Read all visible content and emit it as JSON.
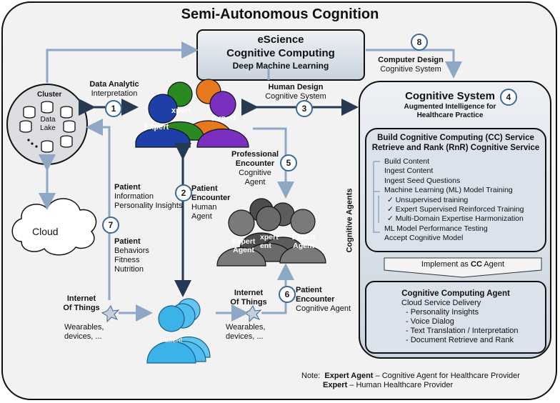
{
  "title": "Semi-Autonomous Cognition",
  "escience": {
    "line1": "eScience",
    "line2": "Cognitive Computing",
    "line3": "Deep Machine Learning"
  },
  "data_analytic": {
    "title": "Data Analytic",
    "sub": "Interpretation"
  },
  "cluster": {
    "title": "Cluster",
    "lake1": "Data",
    "lake2": "Lake"
  },
  "cloud": "Cloud",
  "experts": {
    "label_a": "xpert",
    "label_b": "Expert",
    "label_c": "Expert"
  },
  "human_design": {
    "title": "Human Design",
    "sub": "Cognitive System"
  },
  "computer_design": {
    "title": "Computer Design",
    "sub": "Cognitive System"
  },
  "cognitive_system": {
    "title": "Cognitive System",
    "sub1": "Augmented Intelligence for",
    "sub2": "Healthcare Practice"
  },
  "build_box": {
    "title1": "Build Cognitive Computing (CC) Service",
    "title2": "Retrieve and Rank (RnR) Cognitive Service",
    "items": [
      "Build Content",
      "Ingest Content",
      "Ingest Seed Questions",
      "Machine Learning (ML) Model Training",
      "✓  Unsupervised training",
      "✓  Expert Supervised Reinforced Training",
      "✓  Multi-Domain Expertise Harmonization",
      "ML Model Performance Testing",
      "Accept Cognitive Model"
    ]
  },
  "side_label": "Cognitive Agents",
  "implement": {
    "text": "Implement as ",
    "bold": "CC",
    "tail": " Agent"
  },
  "cc_agent": {
    "title": "Cognitive Computing Agent",
    "sub": "Cloud Service Delivery",
    "items": [
      "- Personality Insights",
      "- Voice Dialog",
      "- Text Translation / Interpretation",
      "- Document Retrieve and Rank"
    ]
  },
  "professional": {
    "title1": "Professional",
    "title2": "Encounter",
    "sub1": "Cognitive",
    "sub2": "Agent"
  },
  "patient_encounter": {
    "title1": "Patient",
    "title2": "Encounter",
    "sub1": "Human",
    "sub2": "Agent"
  },
  "patient_encounter6": {
    "title1": "Patient",
    "title2": "Encounter",
    "sub": "Cognitive Agent"
  },
  "patient_info": {
    "title": "Patient",
    "l1": "Information",
    "l2": "Personality Insights"
  },
  "patient_behav": {
    "title": "Patient",
    "l1": "Behaviors",
    "l2": "Fitness",
    "l3": "Nutrition"
  },
  "agents": {
    "a1": "Expert",
    "a1b": "Agent",
    "a2": "xpert",
    "a2b": "ent",
    "a3": "Expert",
    "a3b": "Agent"
  },
  "iot_left": {
    "t1": "Internet",
    "t2": "Of Things",
    "s1": "Wearables,",
    "s2": "devices, ..."
  },
  "iot_mid": {
    "t1": "Internet",
    "t2": "Of Things",
    "s1": "Wearables,",
    "s2": "devices, ..."
  },
  "patient_label": "Patient",
  "numbers": [
    "1",
    "2",
    "3",
    "4",
    "5",
    "6",
    "7",
    "8"
  ],
  "note": {
    "prefix": "Note:",
    "k1": "Expert Agent",
    "v1": " – Cognitive Agent for Healthcare Provider",
    "k2": "Expert",
    "v2": " – Human Healthcare Provider"
  },
  "colors": {
    "frame": "#f2f2f2",
    "box": "#dbe2ec",
    "arrow_dark": "#263a52",
    "arrow_light": "#8ea7c4",
    "expert_blue": "#1f3fa8",
    "expert_green": "#2a8a22",
    "expert_orange": "#e8781c",
    "expert_purple": "#7b2fc0",
    "agent_grey": "#707070",
    "patient_cyan": "#3bb2e8"
  }
}
